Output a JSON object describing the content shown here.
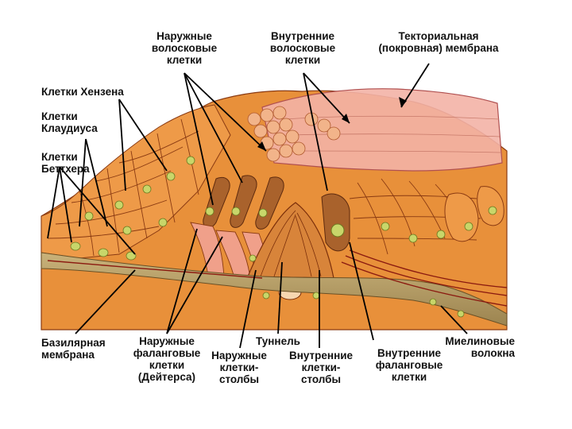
{
  "labels": {
    "hensen": "Клетки Хензена",
    "claudius": "Клетки\nКлаудиуса",
    "boettcher": "Клетки\nБеттхера",
    "outer_hair": "Наружные\nволосковые\nклетки",
    "inner_hair": "Внутренние\nволосковые\nклетки",
    "tectorial": "Текториальная\n(покровная) мембрана",
    "basilar": "Базилярная\nмембрана",
    "outer_phalangeal": "Наружные\nфаланговые\nклетки\n(Дейтерса)",
    "outer_pillar": "Наружные\nклетки-\nстолбы",
    "tunnel": "Туннель",
    "inner_pillar": "Внутренние\nклетки-\nстолбы",
    "inner_phalangeal": "Внутренние\nфаланговые\nклетки",
    "myelin": "Миелиновые\nволокна"
  },
  "colors": {
    "tissue_orange": "#e8903a",
    "cell_light": "#f4a862",
    "tectorial_pink": "#f3b3a6",
    "basilar_brown": "#b9a06a",
    "nucleus": "#c8d66a"
  }
}
